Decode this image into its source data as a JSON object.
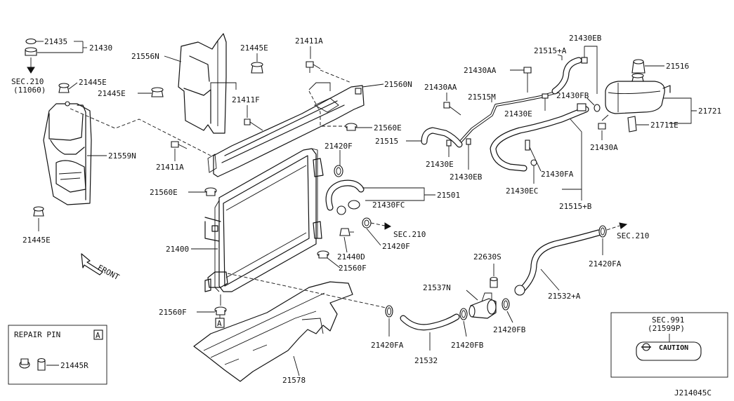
{
  "labels": {
    "p21435": "21435",
    "p21430": "21430",
    "sec210_a": "SEC.210",
    "sec210_a_sub": "(11060)",
    "p21445e_a": "21445E",
    "p21445e_b": "21445E",
    "p21445e_c": "21445E",
    "p21445e_d": "21445E",
    "p21556n": "21556N",
    "p21411a_top": "21411A",
    "p21411a_left": "21411A",
    "p21411f": "21411F",
    "p21560n": "21560N",
    "p21560e_a": "21560E",
    "p21560e_b": "21560E",
    "p21559n": "21559N",
    "p21420f_a": "21420F",
    "p21420f_b": "21420F",
    "p21501": "21501",
    "p21430fc": "21430FC",
    "sec210_b": "SEC.210",
    "p21400": "21400",
    "p21440d": "21440D",
    "p21560f_a": "21560F",
    "p21560f_b": "21560F",
    "front": "FRONT",
    "callout_a": "A",
    "p21430aa_a": "21430AA",
    "p21430aa_b": "21430AA",
    "p21515m": "21515M",
    "p21515": "21515",
    "p21430e_a": "21430E",
    "p21430e_b": "21430E",
    "p21430eb_a": "21430EB",
    "p21430eb_b": "21430EB",
    "p21515a": "21515+A",
    "p21430fb": "21430FB",
    "p21516": "21516",
    "p21721": "21721",
    "p21711e": "21711E",
    "p21430a": "21430A",
    "p21430fa": "21430FA",
    "p21430ec": "21430EC",
    "p21515b": "21515+B",
    "sec210_c": "SEC.210",
    "p21420fa_a": "21420FA",
    "p21420fa_b": "21420FA",
    "p22630s": "22630S",
    "p21537n": "21537N",
    "p21532a": "21532+A",
    "p21420fb_a": "21420FB",
    "p21420fb_b": "21420FB",
    "p21532": "21532",
    "p21578": "21578",
    "sec991": "SEC.991",
    "sec991_sub": "(21599P)",
    "caution": "CAUTION",
    "repair_pin_title": "REPAIR PIN",
    "repair_pin_callout": "A",
    "p21445r": "21445R",
    "diagram_code": "J214045C"
  }
}
